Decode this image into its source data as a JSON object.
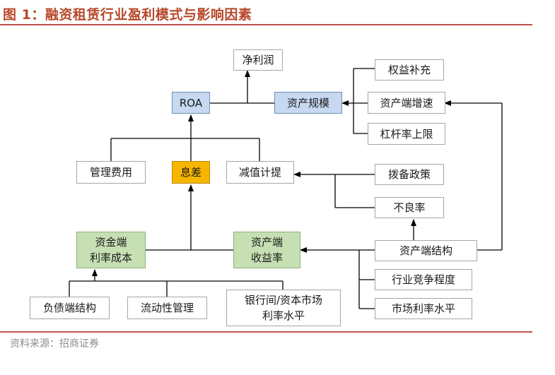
{
  "title": "图 1：融资租赁行业盈利模式与影响因素",
  "source": "资料来源：招商证券",
  "colors": {
    "accent": "#c0504d",
    "blue_box": "#c6d9f1",
    "green_box": "#c6e0b4",
    "orange_box": "#f7b500",
    "connector": "#000000"
  },
  "nodes": {
    "net_profit": "净利润",
    "roa": "ROA",
    "asset_scale": "资产规模",
    "equity_supplement": "权益补充",
    "asset_growth": "资产端增速",
    "leverage_limit": "杠杆率上限",
    "mgmt_cost": "管理费用",
    "spread": "息差",
    "impairment": "减值计提",
    "provision_policy": "拨备政策",
    "npl_ratio": "不良率",
    "funding_cost": "资金端\n利率成本",
    "asset_yield": "资产端\n收益率",
    "asset_structure": "资产端结构",
    "industry_competition": "行业竞争程度",
    "market_rate": "市场利率水平",
    "liability_structure": "负债端结构",
    "liquidity_mgmt": "流动性管理",
    "interbank_rate": "银行间/资本市场\n利率水平"
  }
}
